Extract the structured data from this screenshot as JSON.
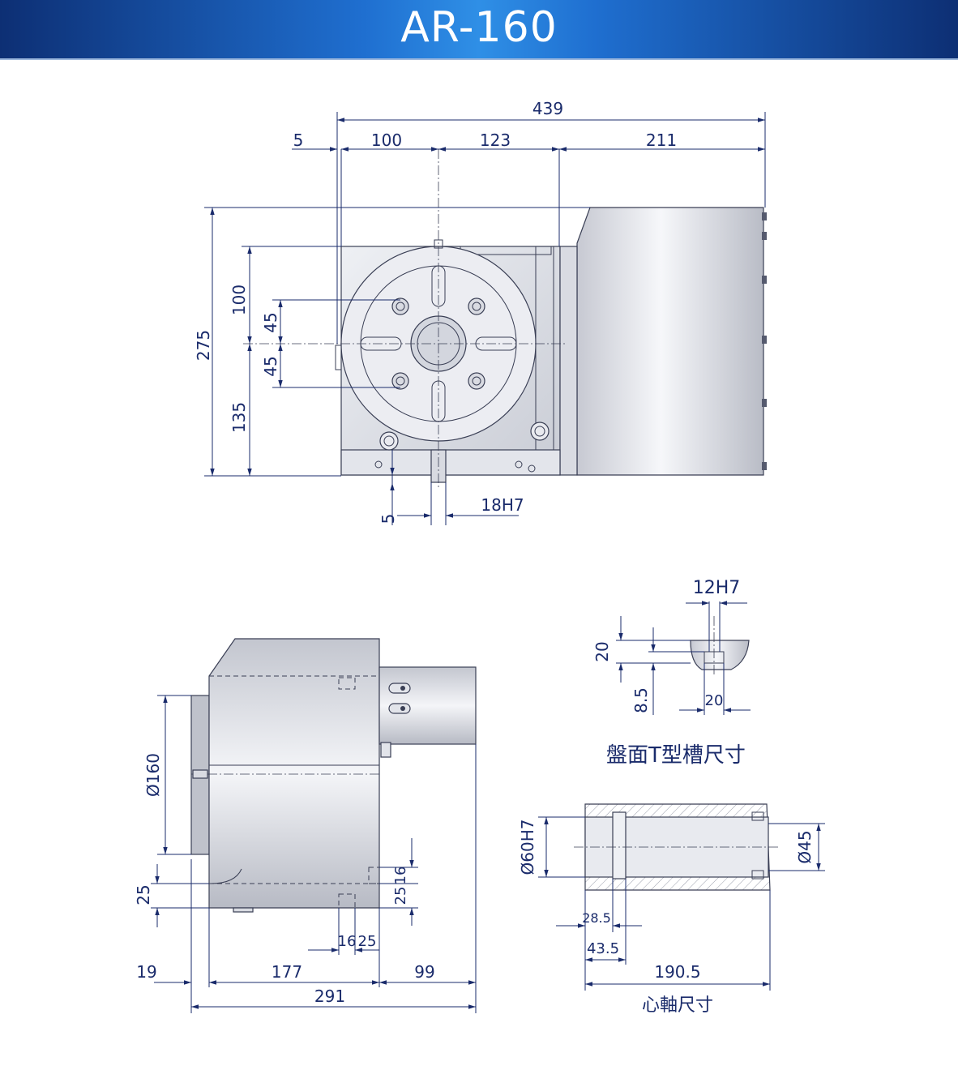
{
  "title": "AR-160",
  "front_view": {
    "dims": {
      "overall_width": "439",
      "offset": "5",
      "to_center": "100",
      "center_to_body": "123",
      "motor": "211",
      "height": "275",
      "upper": "100",
      "bolt_upper": "45",
      "bolt_lower": "45",
      "lower": "135",
      "key_offset": "5",
      "key_width": "18H7"
    }
  },
  "side_view": {
    "dims": {
      "diameter": "Ø160",
      "base": "25",
      "bolt_a": "16",
      "bolt_b": "25",
      "slot_16": "16",
      "slot_25": "25",
      "left": "19",
      "middle": "177",
      "right": "99",
      "total": "291"
    }
  },
  "tslot_detail": {
    "dims": {
      "width": "12H7",
      "depth": "20",
      "height": "8.5",
      "bottom": "20"
    },
    "caption": "盤面T型槽尺寸"
  },
  "spindle_detail": {
    "dims": {
      "bore": "Ø60H7",
      "thread": "Ø45",
      "d1": "28.5",
      "d2": "43.5",
      "length": "190.5"
    },
    "caption": "心軸尺寸"
  }
}
